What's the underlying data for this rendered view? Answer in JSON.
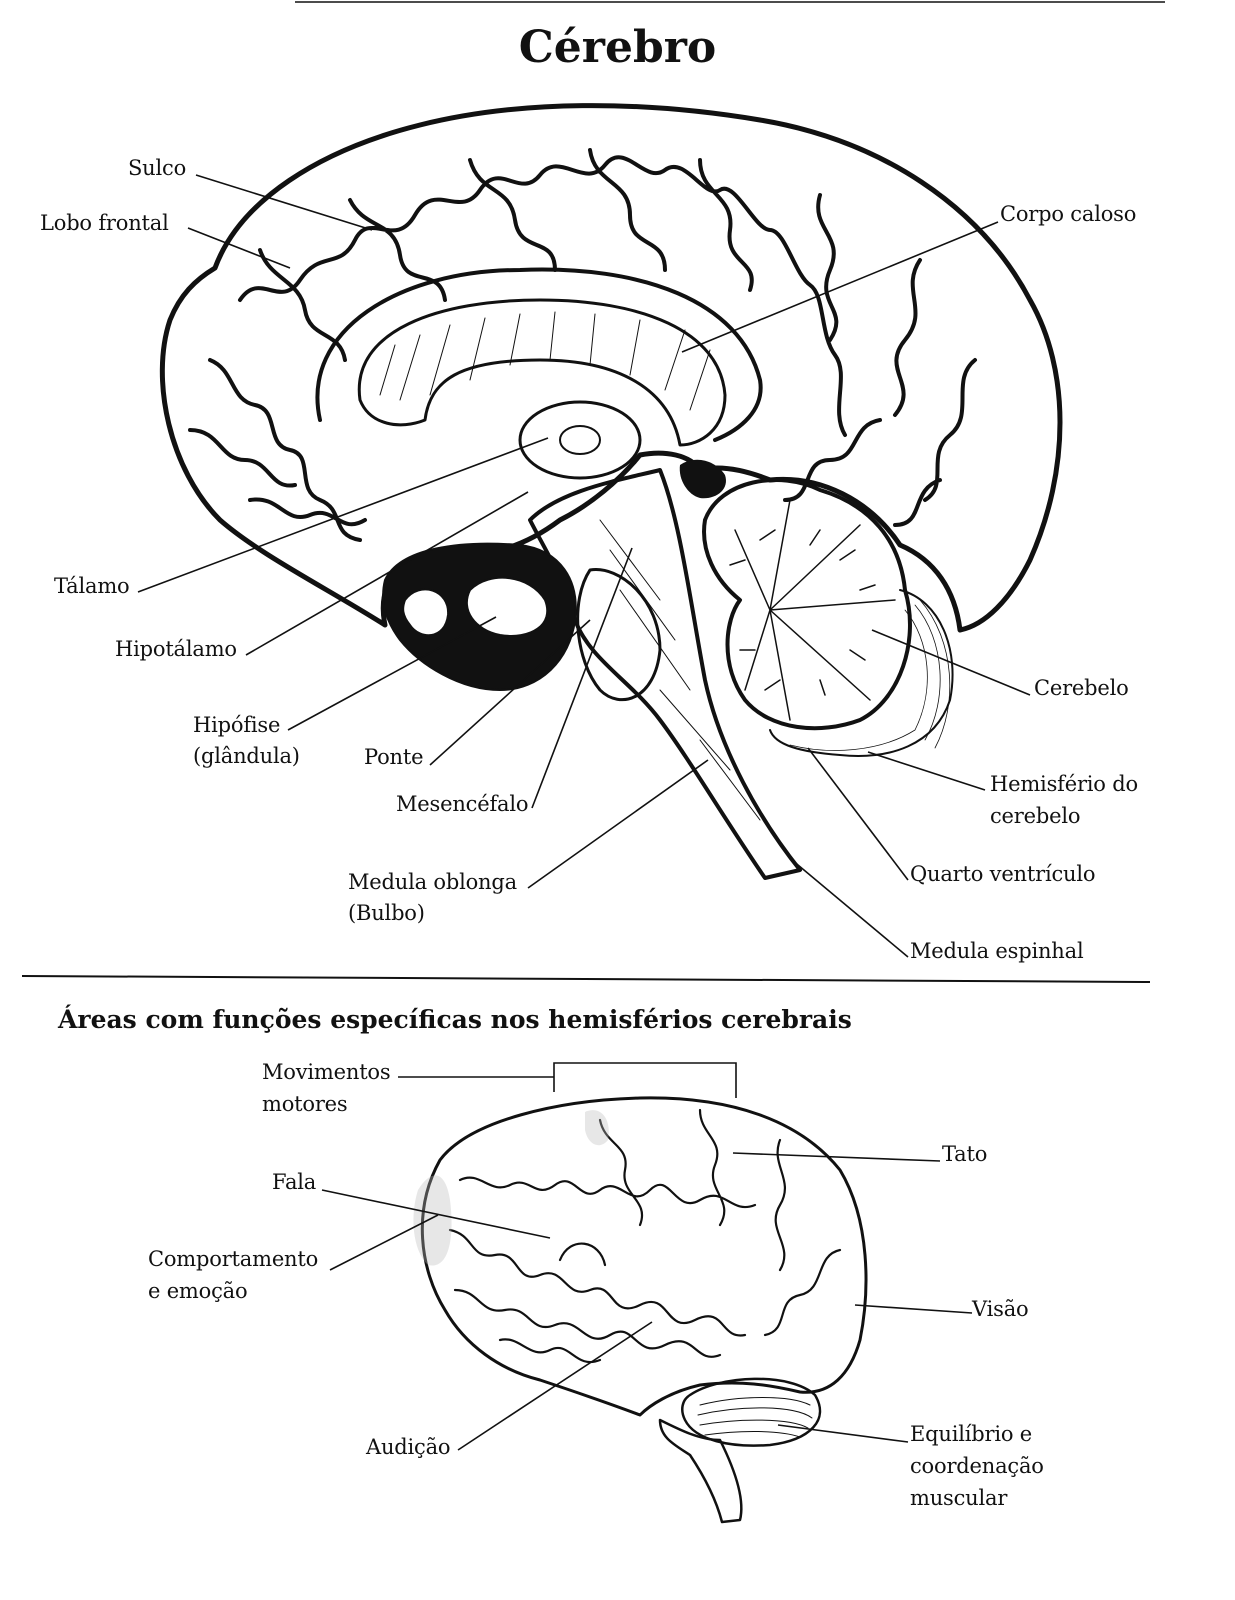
{
  "title": "Cérebro",
  "section2_title": "Áreas com funções específicas nos hemisférios cerebrais",
  "labels_sagittal": {
    "sulco": "Sulco",
    "lobo_frontal": "Lobo frontal",
    "corpo_caloso": "Corpo caloso",
    "talamo": "Tálamo",
    "hipotalamo": "Hipotálamo",
    "hipofise_1": "Hipófise",
    "hipofise_2": "(glândula)",
    "ponte": "Ponte",
    "mesencefalo": "Mesencéfalo",
    "medula_oblonga_1": "Medula oblonga",
    "medula_oblonga_2": "(Bulbo)",
    "cerebelo": "Cerebelo",
    "hemisferio_1": "Hemisfério do",
    "hemisferio_2": "cerebelo",
    "quarto_ventriculo": "Quarto ventrículo",
    "medula_espinhal": "Medula espinhal"
  },
  "labels_lateral": {
    "movimentos_1": "Movimentos",
    "movimentos_2": "motores",
    "tato": "Tato",
    "fala": "Fala",
    "comportamento_1": "Comportamento",
    "comportamento_2": "e emoção",
    "visao": "Visão",
    "audicao": "Audição",
    "equilibrio_1": "Equilíbrio e",
    "equilibrio_2": "coordenação",
    "equilibrio_3": "muscular"
  }
}
